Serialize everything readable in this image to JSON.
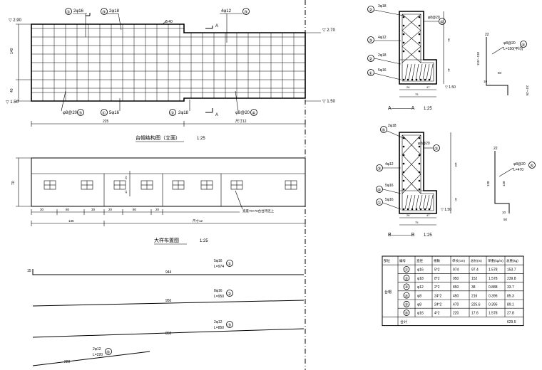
{
  "elevation": {
    "top_callouts": [
      {
        "num": "②",
        "label": "2φ16"
      },
      {
        "num": "③",
        "label": "2φ18"
      },
      {
        "num": "③",
        "label": "4φ12"
      }
    ],
    "bottom_callouts": [
      {
        "num": "⑤",
        "label": "φ8@20"
      },
      {
        "num": "①",
        "label": "5φ16"
      },
      {
        "num": "②",
        "label": "2φ18"
      },
      {
        "num": "④",
        "label": "φ8@20"
      }
    ],
    "top_note": "0.40",
    "section_mark": "A",
    "left_level_top": "▽ 2.90",
    "left_level_bottom": "▽ 1.50",
    "right_level_top": "▽ 2.70",
    "right_level_bottom": "▽ 1.50",
    "left_dims": [
      "140",
      "40"
    ],
    "bottom_dims": [
      "225",
      "尺寸12"
    ],
    "title": "台帽结构图（立面）",
    "scale": "1:25"
  },
  "plan": {
    "left_dim": "70",
    "inner_dims": [
      "20",
      "12"
    ],
    "leader_note": "宽度70×70台台持连上",
    "bottom_dims_a": [
      "30",
      "80",
      "30",
      "20",
      "80",
      "20"
    ],
    "bottom_dims_b": [
      "135",
      "尺寸12"
    ],
    "title": "大样布置图",
    "scale": "1:25"
  },
  "bars": [
    {
      "num": "①",
      "spec": "5φ16",
      "length": "L=974",
      "dim": "944",
      "end_dim": "15"
    },
    {
      "num": "②",
      "spec": "8φ16",
      "length": "L=950",
      "dim": "950"
    },
    {
      "num": "③",
      "spec": "2φ12",
      "length": "L=850",
      "dim": "850"
    },
    {
      "num": "⑥",
      "spec": "2φ12",
      "length": "L=220",
      "dim": "220"
    }
  ],
  "section_aa": {
    "callouts": [
      {
        "num": "②",
        "label": "3φ18"
      },
      {
        "num": "④",
        "label": "φ8@20"
      },
      {
        "num": "③",
        "label": "4φ12"
      },
      {
        "num": "②",
        "label": "2φ18"
      },
      {
        "num": "①",
        "label": "5φ16"
      }
    ],
    "dims": [
      "26",
      "47",
      "75",
      "50",
      "40"
    ],
    "level": "▽ 1.50",
    "title": "A————A",
    "scale": "1:25"
  },
  "detail_4": {
    "dims": [
      "22",
      "110～118",
      "60",
      "10",
      "24～26"
    ],
    "num": "④",
    "label": "φ8@20",
    "length": "L=150(平均)"
  },
  "section_bb": {
    "callouts": [
      {
        "num": "⑥",
        "label": "2φ18"
      },
      {
        "num": "⑤",
        "label": "φ8@20"
      },
      {
        "num": "③",
        "label": "4φ12"
      },
      {
        "num": "④",
        "label": "5φ16"
      },
      {
        "num": "①",
        "label": "5φ16"
      }
    ],
    "dims": [
      "26",
      "47",
      "75",
      "120",
      "40"
    ],
    "level": "▽ 1.50",
    "title": "B————B",
    "scale": "1:25"
  },
  "detail_5": {
    "dims": [
      "22",
      "128",
      "128",
      "10",
      "50"
    ],
    "num": "⑤",
    "label": "φ8@20",
    "length": "L=470"
  },
  "table": {
    "headers": [
      "部位",
      "编号",
      "直径",
      "根数",
      "单长(cm)",
      "总长(m)",
      "单重(kg/m)",
      "总重(kg)"
    ],
    "part": "台帽",
    "rows": [
      [
        "①",
        "φ16",
        "5*2",
        "974",
        "97.4",
        "1.578",
        "153.7"
      ],
      [
        "②",
        "φ18",
        "8*2",
        "950",
        "152",
        "1.578",
        "239.8"
      ],
      [
        "③",
        "φ12",
        "2*2",
        "850",
        "38",
        "0.888",
        "33.7"
      ],
      [
        "④",
        "φ8",
        "24*2",
        "450",
        "216",
        "0.395",
        "85.3"
      ],
      [
        "⑤",
        "φ8",
        "24*2",
        "470",
        "225.6",
        "0.395",
        "89.1"
      ],
      [
        "⑥",
        "φ16",
        "4*2",
        "220",
        "17.6",
        "1.578",
        "27.8"
      ]
    ],
    "total_label": "合计",
    "total": "629.5"
  }
}
